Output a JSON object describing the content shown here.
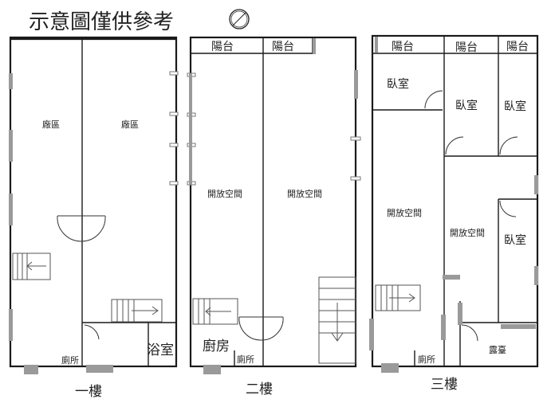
{
  "title": "示意圖僅供參考",
  "floors": [
    {
      "label": "一樓",
      "rooms": [
        "廠區",
        "廠區",
        "浴室",
        "廁所"
      ]
    },
    {
      "label": "二樓",
      "rooms": [
        "陽台",
        "陽台",
        "開放空間",
        "開放空間",
        "廚房",
        "廁所"
      ]
    },
    {
      "label": "三樓",
      "rooms": [
        "陽台",
        "陽台",
        "陽台",
        "臥室",
        "臥室",
        "臥室",
        "開放空間",
        "開放空間",
        "臥室",
        "露臺",
        "廁所"
      ]
    }
  ],
  "icons": {
    "compass": "compass-icon"
  },
  "colors": {
    "wall": "#1a1a1a",
    "window_marker": "#9a9a9a"
  }
}
